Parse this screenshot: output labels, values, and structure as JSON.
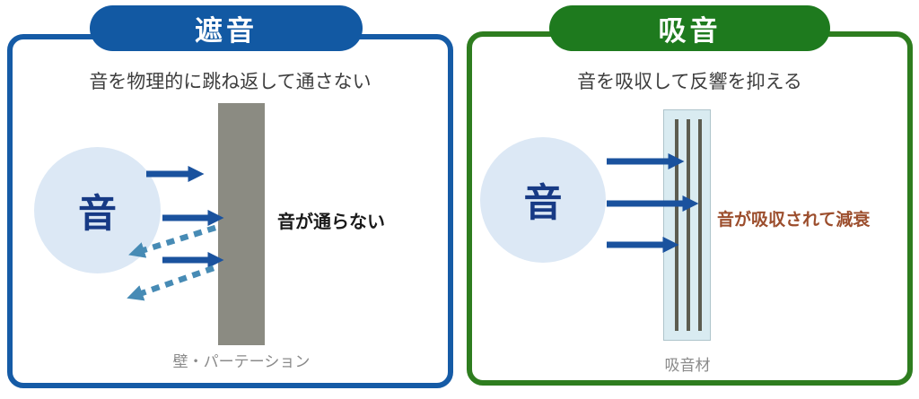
{
  "colors": {
    "insulation_accent": "#155ba6",
    "insulation_pill": "#1259a3",
    "absorption_accent": "#2e7d1f",
    "absorption_pill": "#1e7a1e",
    "arrow_solid": "#1a529e",
    "arrow_dashed": "#478bb5",
    "wall_fill": "#8b8b82",
    "absorber_fill": "#d9ebf1",
    "absorber_fiber": "#5c5c50",
    "sound_circle_fill": "#dce8f5",
    "sound_label_text": "#173a85",
    "attenuation_text": "#9c4e2d",
    "caption_text": "#8a8a8a"
  },
  "panels": {
    "insulation": {
      "title": "遮音",
      "subtitle": "音を物理的に跳ね返して通さない",
      "sound_label": "音",
      "note": "音が通らない",
      "caption": "壁・パーテーション"
    },
    "absorption": {
      "title": "吸音",
      "subtitle": "音を吸収して反響を抑える",
      "sound_label": "音",
      "note": "音が吸収されて減衰",
      "caption": "吸音材"
    }
  }
}
